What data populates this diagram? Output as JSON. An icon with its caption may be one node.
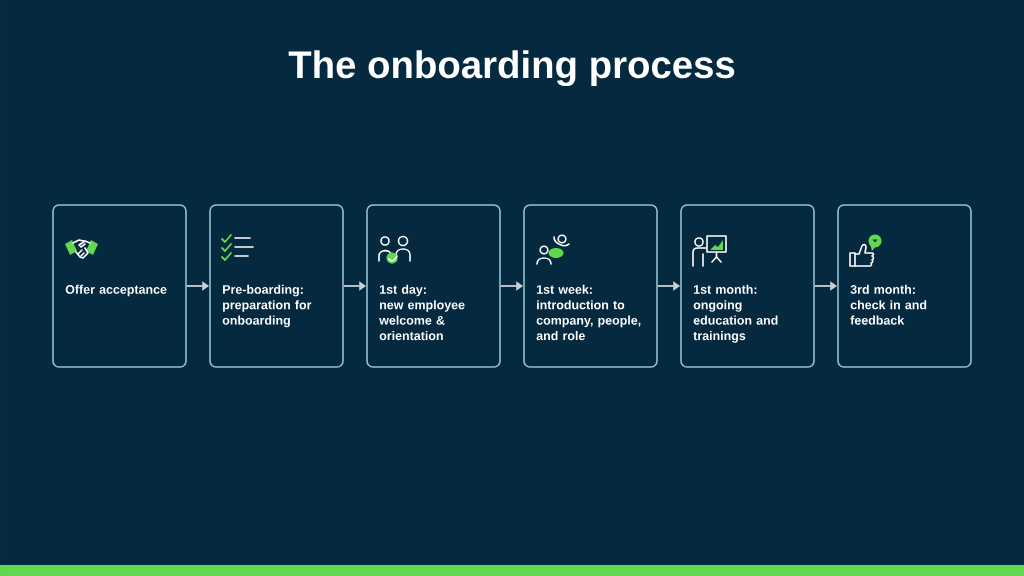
{
  "diagram": {
    "title": "The onboarding process",
    "nodes": [
      {
        "text": [
          "Offer acceptance"
        ]
      },
      {
        "text": [
          "Pre-boarding:",
          "preparation for onboarding"
        ]
      },
      {
        "text": [
          "1st day:",
          "new employee welcome & orientation"
        ]
      },
      {
        "text": [
          "1st week:",
          "introduction to company, people, and role"
        ]
      },
      {
        "text": [
          "1st month:",
          "ongoing education and trainings"
        ]
      },
      {
        "text": [
          "3rd month:",
          "check in and feedback"
        ]
      }
    ],
    "edges": [
      {
        "from": 0,
        "to": 1,
        "arrow": "to"
      },
      {
        "from": 1,
        "to": 2,
        "arrow": "to"
      },
      {
        "from": 2,
        "to": 3,
        "arrow": "to"
      },
      {
        "from": 3,
        "to": 4,
        "arrow": "to"
      },
      {
        "from": 4,
        "to": 5,
        "arrow": "to"
      }
    ]
  }
}
